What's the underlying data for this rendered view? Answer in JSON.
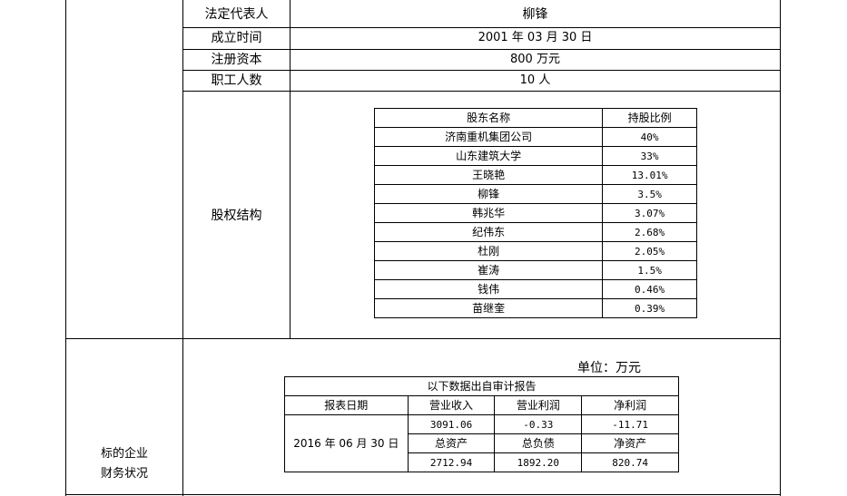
{
  "info_rows": [
    {
      "label": "法定代表人",
      "value": "柳锋"
    },
    {
      "label": "成立时间",
      "value": "2001 年 03 月 30 日"
    },
    {
      "label": "注册资本",
      "value": "800 万元"
    },
    {
      "label": "职工人数",
      "value": "10 人"
    }
  ],
  "equity": {
    "label": "股权结构",
    "headers": [
      "股东名称",
      "持股比例"
    ],
    "rows": [
      {
        "name": "济南重机集团公司",
        "ratio": "40%"
      },
      {
        "name": "山东建筑大学",
        "ratio": "33%"
      },
      {
        "name": "王晓艳",
        "ratio": "13.01%"
      },
      {
        "name": "柳锋",
        "ratio": "3.5%"
      },
      {
        "name": "韩兆华",
        "ratio": "3.07%"
      },
      {
        "name": "纪伟东",
        "ratio": "2.68%"
      },
      {
        "name": "杜刚",
        "ratio": "2.05%"
      },
      {
        "name": "崔涛",
        "ratio": "1.5%"
      },
      {
        "name": "钱伟",
        "ratio": "0.46%"
      },
      {
        "name": "苗继奎",
        "ratio": "0.39%"
      }
    ]
  },
  "finance": {
    "label_line1": "标的企业",
    "label_line2": "财务状况",
    "unit": "单位：万元",
    "table_title": "以下数据出自审计报告",
    "headers": [
      "报表日期",
      "营业收入",
      "营业利润",
      "净利润"
    ],
    "report_date": "2016 年 06 月 30 日",
    "row1": [
      "3091.06",
      "-0.33",
      "-11.71"
    ],
    "headers2": [
      "总资产",
      "总负债",
      "净资产"
    ],
    "row2": [
      "2712.94",
      "1892.20",
      "820.74"
    ]
  }
}
